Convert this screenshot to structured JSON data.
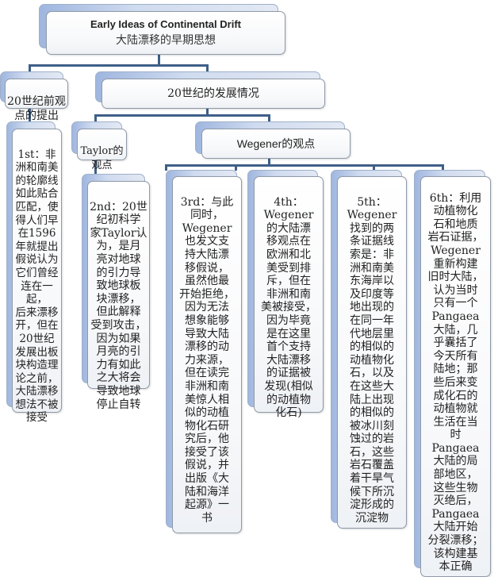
{
  "title": {
    "en": "Early Ideas of Continental Drift",
    "zh": "大陆漂移的早期思想"
  },
  "branches": {
    "pre20": "20世纪前观\n点的提出",
    "c20": "20世纪的发展情况",
    "taylor": "Taylor的\n观点",
    "wegener": "Wegener的观点"
  },
  "notes": {
    "first": "1st：非\n洲和南美\n的轮廓线\n如此贴合\n匹配，使\n得人们早\n在1596\n年就提出\n假说认为\n它们曾经\n连在一起，\n后来漂移\n开，但在\n20世纪\n发展出板\n块构造理\n论之前，\n大陆漂移\n想法不被\n接受",
    "second": "2nd：20世\n纪初科学\n家Taylor认\n为，是月\n亮对地球\n的引力导\n致地球板\n块漂移，\n但此解释\n受到攻击，\n因为如果\n月亮的引\n力有如此\n之大将会\n导致地球\n停止自转",
    "third": "3rd：与此\n同时，\nWegener\n也发文支\n持大陆漂\n移假说，\n虽然他最\n开始拒绝，\n因为无法\n想象能够\n导致大陆\n漂移的动\n力来源，\n但在读完\n非洲和南\n美惊人相\n似的动植\n物化石研\n究后，他\n接受了该\n假说，并\n出版《大\n陆和海洋\n起源》一\n书",
    "fourth": "4th：\nWegener\n的大陆漂\n移观点在\n欧洲和北\n美受到排\n斥，但在\n非洲和南\n美被接受，\n因为毕竟\n是在这里\n首个支持\n大陆漂移\n的证据被\n发现(相似\n的动植物\n化石)",
    "fifth": "5th：\nWegener\n找到的两\n条证据线\n索是：非\n洲和南美\n东海岸以\n及印度等\n地出现的\n在同一年\n代地层里\n的相似的\n动植物化\n石，以及\n在这些大\n陆上出现\n的相似的\n被冰川刻\n蚀过的岩\n石，这些\n岩石覆盖\n着干旱气\n候下所沉\n淀形成的\n沉淀物",
    "sixth": "6th：利用\n动植物化\n石和地质\n岩石证据，\nWegener\n重新构建\n旧时大陆，\n认为当时\n只有一个\nPangaea\n大陆，几\n乎囊括了\n今天所有\n陆地；那\n些后来变\n成化石的\n动植物就\n生活在当\n时\nPangaea\n大陆的局\n部地区，\n这些生物\n灭绝后，\nPangaea\n大陆开始\n分裂漂移；\n该构建基\n本正确"
  },
  "colors": {
    "connector": "#3e5f88",
    "box_back": "#9fb6df"
  }
}
